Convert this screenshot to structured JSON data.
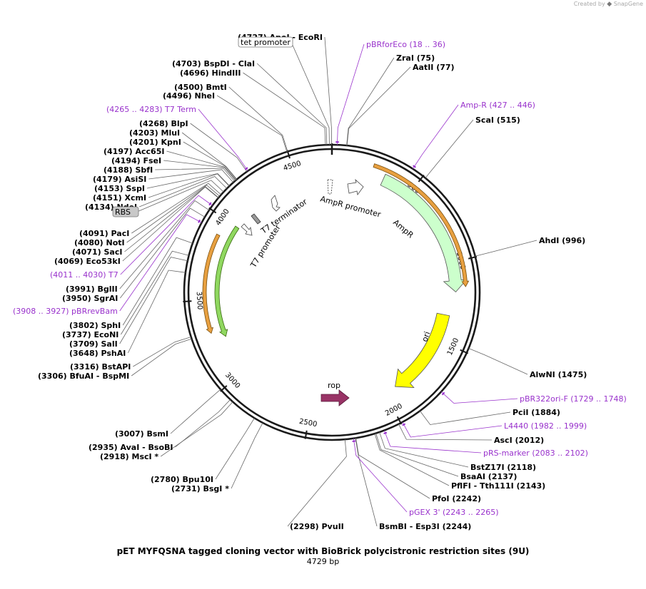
{
  "brand": {
    "created_by": "Created by",
    "logo_text": "SnapGene"
  },
  "title": "pET MYFQSNA tagged cloning vector with BioBrick polycistronic restriction sites (9U)",
  "length_label": "4729 bp",
  "total_bp": 4729,
  "colors": {
    "enzyme_text": "#000000",
    "primer_text": "#9932cc",
    "backbone": "#1a1a1a",
    "amp_arrow": "#ccffcc",
    "ori_arrow": "#ffff00",
    "rop_arrow": "#993366",
    "primer_orange": "#e8a040",
    "primer_green": "#90d860"
  },
  "ticks": [
    "500",
    "1000",
    "1500",
    "2000",
    "2500",
    "3000",
    "3500",
    "4000",
    "4500"
  ],
  "enzymes": [
    {
      "pos": 4727,
      "text": "(4727)  ApoI   -  EcoRI"
    },
    {
      "pos": 4703,
      "text": "(4703)  BspDI   -  ClaI"
    },
    {
      "pos": 4696,
      "text": "(4696)  HindIII"
    },
    {
      "pos": 4500,
      "text": "(4500)  BmtI"
    },
    {
      "pos": 4496,
      "text": "(4496)  NheI"
    },
    {
      "pos": 4268,
      "text": "(4268)  BlpI"
    },
    {
      "pos": 4203,
      "text": "(4203)  MluI"
    },
    {
      "pos": 4201,
      "text": "(4201)  KpnI"
    },
    {
      "pos": 4197,
      "text": "(4197)  Acc65I"
    },
    {
      "pos": 4194,
      "text": "(4194)  FseI"
    },
    {
      "pos": 4188,
      "text": "(4188)  SbfI"
    },
    {
      "pos": 4179,
      "text": "(4179)  AsiSI"
    },
    {
      "pos": 4153,
      "text": "(4153)  SspI"
    },
    {
      "pos": 4151,
      "text": "(4151)  XcmI"
    },
    {
      "pos": 4134,
      "text": "(4134)  NdeI"
    },
    {
      "pos": 4091,
      "text": "(4091)  PacI"
    },
    {
      "pos": 4080,
      "text": "(4080)  NotI"
    },
    {
      "pos": 4071,
      "text": "(4071)  SacI"
    },
    {
      "pos": 4069,
      "text": "(4069)  Eco53kI"
    },
    {
      "pos": 3991,
      "text": "(3991)  BglII"
    },
    {
      "pos": 3950,
      "text": "(3950)  SgrAI"
    },
    {
      "pos": 3802,
      "text": "(3802)  SphI"
    },
    {
      "pos": 3737,
      "text": "(3737)  EcoNI"
    },
    {
      "pos": 3709,
      "text": "(3709)  SalI"
    },
    {
      "pos": 3648,
      "text": "(3648)  PshAI"
    },
    {
      "pos": 3316,
      "text": "(3316)  BstAPI"
    },
    {
      "pos": 3306,
      "text": "(3306)  BfuAI   -  BspMI"
    },
    {
      "pos": 3007,
      "text": "(3007)  BsmI"
    },
    {
      "pos": 2935,
      "text": "(2935)  AvaI   -  BsoBI"
    },
    {
      "pos": 2918,
      "text": "(2918)  MscI *"
    },
    {
      "pos": 2780,
      "text": "(2780)  Bpu10I"
    },
    {
      "pos": 2731,
      "text": "(2731)  BsgI *"
    },
    {
      "pos": 2298,
      "text": "(2298)  PvuII"
    },
    {
      "pos": 2244,
      "text": "BsmBI   -  Esp3I   (2244)"
    },
    {
      "pos": 2242,
      "text": "PfoI   (2242)"
    },
    {
      "pos": 2143,
      "text": "PflFI   -  Tth111I   (2143)"
    },
    {
      "pos": 2137,
      "text": "BsaAI   (2137)"
    },
    {
      "pos": 2118,
      "text": "BstZ17I   (2118)"
    },
    {
      "pos": 2012,
      "text": "AscI   (2012)"
    },
    {
      "pos": 1884,
      "text": "PciI   (1884)"
    },
    {
      "pos": 1475,
      "text": "AlwNI   (1475)"
    },
    {
      "pos": 996,
      "text": "AhdI   (996)"
    },
    {
      "pos": 515,
      "text": "ScaI   (515)"
    },
    {
      "pos": 77,
      "text": "AatII   (77)"
    },
    {
      "pos": 75,
      "text": "ZraI   (75)"
    }
  ],
  "primers": [
    {
      "pos": 27,
      "text": "pBRforEco   (18 .. 36)"
    },
    {
      "pos": 436,
      "text": "Amp-R   (427 .. 446)"
    },
    {
      "pos": 1738,
      "text": "pBR322ori-F   (1729 .. 1748)"
    },
    {
      "pos": 1990,
      "text": "L4440   (1982 .. 1999)"
    },
    {
      "pos": 2092,
      "text": "pRS-marker   (2083 .. 2102)"
    },
    {
      "pos": 2254,
      "text": "pGEX 3'   (2243 .. 2265)"
    },
    {
      "pos": 3917,
      "text": "(3908 .. 3927)  pBRrevBam"
    },
    {
      "pos": 4020,
      "text": "(4011 .. 4030)  T7"
    },
    {
      "pos": 4274,
      "text": "(4265 .. 4283)  T7 Term"
    }
  ],
  "boxed_features": [
    {
      "pos": 4716,
      "text": "tet promoter"
    },
    {
      "pos": 4110,
      "text": "RBS"
    }
  ],
  "features": {
    "ampr": "AmpR",
    "ampr_promoter": "AmpR promoter",
    "ori": "ori",
    "rop": "rop",
    "t7_terminator": "T7 terminator",
    "t7_promoter": "T7 promoter"
  }
}
